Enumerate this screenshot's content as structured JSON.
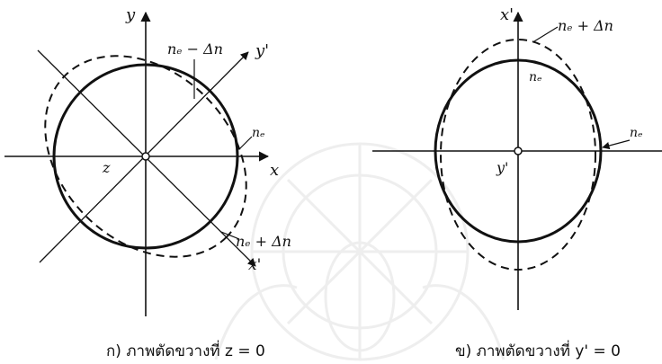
{
  "left_figure": {
    "axis_y": "y",
    "axis_x": "x",
    "axis_y_prime": "y'",
    "axis_x_prime": "x'",
    "axis_z": "z",
    "label_minus": "nₑ − Δn",
    "label_ne": "nₑ",
    "label_plus": "nₑ + Δn",
    "caption": "ก) ภาพตัดขวางที่ z = 0"
  },
  "right_figure": {
    "axis_x_prime": "x'",
    "axis_y_prime": "y'",
    "label_plus": "nₑ + Δn",
    "label_ne_inner": "nₑ",
    "label_ne_right": "nₑ",
    "caption": "ข) ภาพตัดขวางที่ y' = 0"
  },
  "colors": {
    "ink": "#111111",
    "watermark": "#cfcfcf"
  }
}
